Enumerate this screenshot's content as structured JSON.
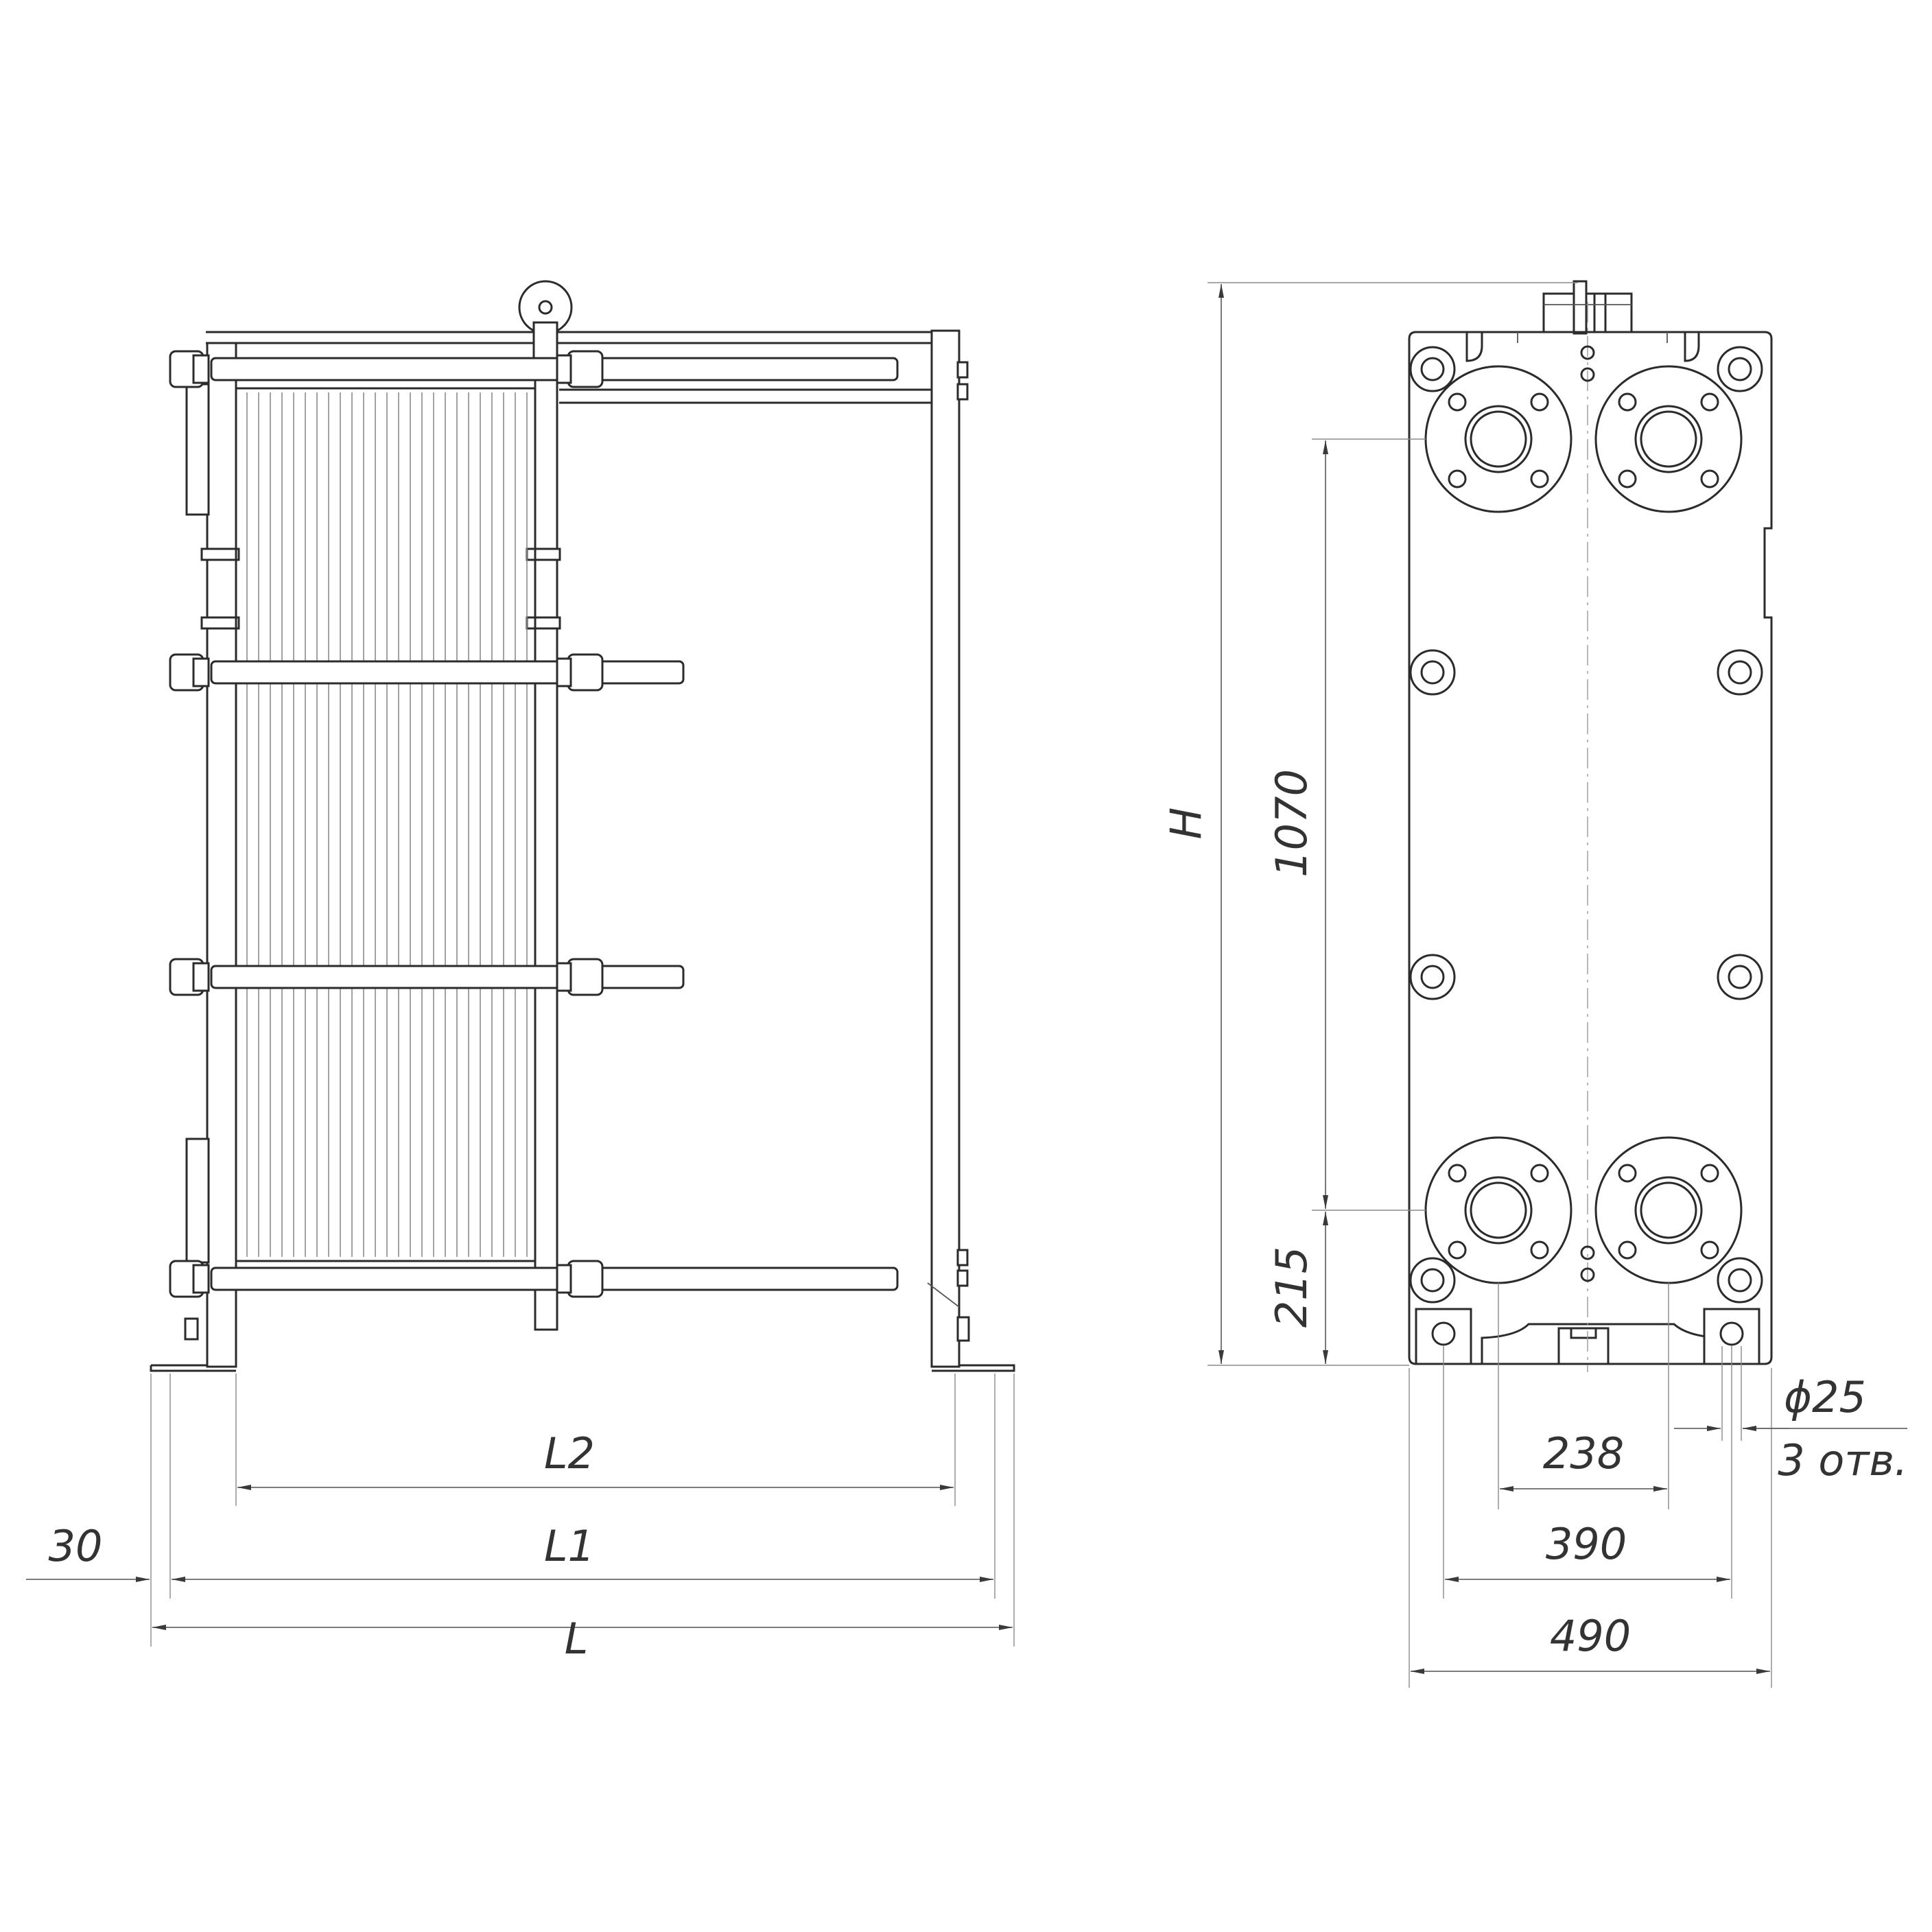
{
  "views": {
    "side": {
      "dimensions": {
        "L": "L",
        "L1": "L1",
        "L2": "L2",
        "offset": "30"
      }
    },
    "front": {
      "dimensions": {
        "H": "H",
        "port_vertical": "1070",
        "bottom_offset": "215",
        "port_horizontal": "238",
        "bolt_spacing": "390",
        "width": "490",
        "hole_diameter": "ϕ25",
        "hole_count": "3 отв."
      }
    }
  }
}
